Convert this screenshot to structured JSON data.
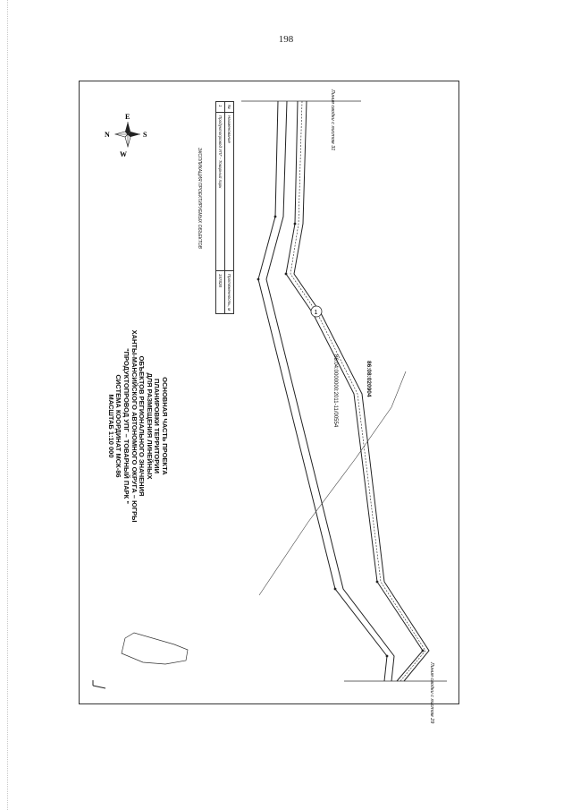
{
  "page": {
    "number": "198"
  },
  "title_lines": [
    "ОСНОВНАЯ ЧАСТЬ ПРОЕКТА",
    "ПЛАНИРОВКИ ТЕРРИТОРИИ",
    "ДЛЯ РАЗМЕЩЕНИЯ ЛИНЕЙНЫХ",
    "ОБЪЕКТОВ РЕГИОНАЛЬНОГО ЗНАЧЕНИЯ",
    "ХАНТЫ-МАНСИЙСКОГО АВТОНОМНОГО ОКРУГА – ЮГРЫ",
    "\"ПРОДУКТОПРОВОД УПГ – ТОВАРНЫЙ ПАРК \"",
    "СИСТЕМА КООРДИНАТ МСК-86",
    "МАСШТАБ 1:10 000"
  ],
  "compass": {
    "n": "N",
    "e": "E",
    "w": "W",
    "s": "S",
    "icon": "compass-rose-icon"
  },
  "legend": {
    "caption": "ЭКСПЛИКАЦИЯ ПРОЕКТИРУЕМЫХ ОБЪЕКТОВ",
    "header": {
      "num": "№",
      "name": "Наименование",
      "length": "Протяженность, м"
    },
    "rows": [
      {
        "num": "1",
        "name": "Продуктопровод УПГ - Товарный парк",
        "length": "157828"
      }
    ]
  },
  "sheet_links": {
    "top": "Линия сводки с листом 31",
    "bottom": "Линия сводки с листом 29"
  },
  "parcels": {
    "label_1": "86:04:0000000:2011-11/00554",
    "label_2": "86:08:020904"
  },
  "marker": {
    "number": "1"
  },
  "colors": {
    "ink": "#222222",
    "frame": "#333333"
  }
}
